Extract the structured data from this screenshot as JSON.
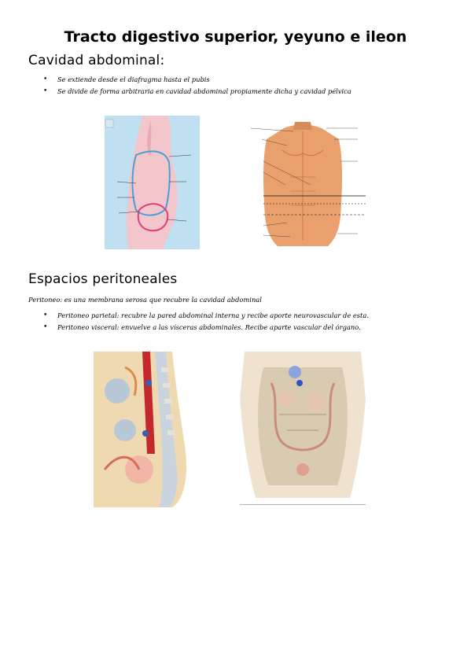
{
  "document": {
    "title": "Tracto digestivo superior, yeyuno e ileon"
  },
  "section1": {
    "heading": "Cavidad abdominal:",
    "bullets": [
      "Se extiende desde el diafragma hasta el pubis",
      "Se divide de forma arbitraria en cavidad abdominal propiamente dicha y cavidad pélvica"
    ]
  },
  "section2": {
    "heading": "Espacios peritoneales",
    "intro": "Peritoneo: es una membrana serosa que recubre la cavidad abdominal",
    "bullets": [
      "Peritoneo parietal: recubre la pared abdominal interna y recibe aporte neurovascular de esta.",
      "Peritoneo visceral: envuelve a las vísceras abdominales. Recibe aparte vascular del órgano."
    ]
  },
  "colors": {
    "diagram_bg": "#bfe0f0",
    "body_pink": "#f3c6cc",
    "cavity_line": "#4a9fd8",
    "pelvis_line": "#e0407a",
    "skin": "#e9a06c",
    "peritoneum_bg": "#efe3cf"
  }
}
